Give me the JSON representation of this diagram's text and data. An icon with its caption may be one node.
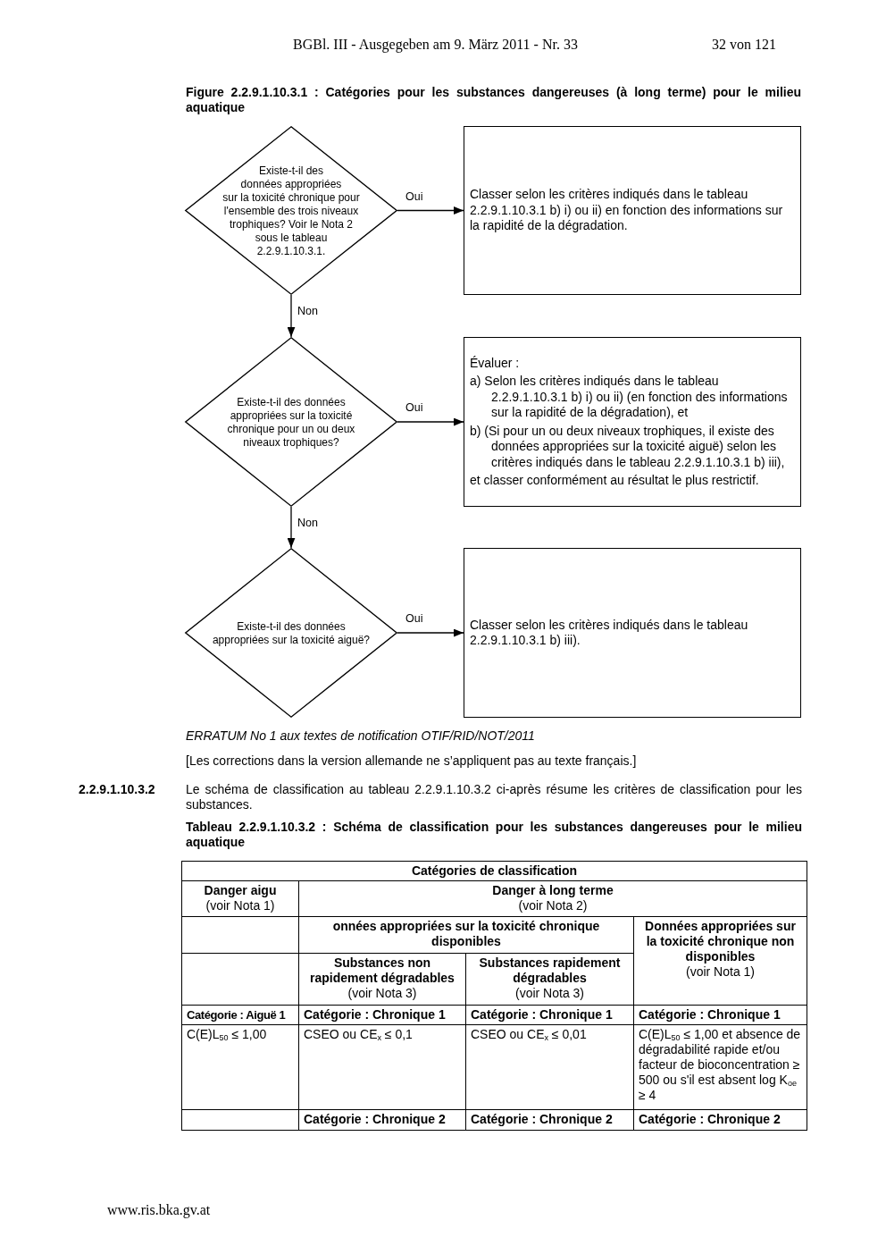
{
  "diagram": {
    "title": "Figure 2.2.9.1.10.3.1 : Catégories pour les substances dangereuses (à long terme) pour le milieu aquatique",
    "nodes": [
      {
        "text": [
          "Existe-t-il des données appropriées sur la toxicité chronique pour l'ensemble des trois niveaux trophiques? Voir le Nota 2 sous le tableau 2.2.9.1.10.3.1."
        ]
      },
      {
        "text": [
          "Classer selon les critères indiqués dans le tableau 2.2.9.1.10.3.1 b) i) ou ii) en fonction des informations sur la rapidité de la dégradation."
        ]
      },
      {
        "text": [
          "Existe-t-il des données appropriées sur la toxicité chronique pour un ou deux niveaux trophiques?"
        ]
      },
      {
        "text": [
          "Évaluer :",
          "a) Selon les critères indiqués dans le tableau 2.2.9.1.10.3.1 b) i) ou ii) (en fonction des informations sur la rapidité de la dégradation), et",
          "b) (Si pour un ou deux niveaux trophiques, il existe des données appropriées sur la toxicité aiguë) selon les critères indiqués dans le tableau 2.2.9.1.10.3.1 b) iii),",
          "et classer conformément au résultat le plus restrictif."
        ]
      },
      {
        "text": [
          "Existe-t-il des données appropriées sur la toxicité aiguë?"
        ]
      },
      {
        "text": [
          "Classer selon les critères indiqués dans le tableau 2.2.9.1.10.3.1 b) iii)."
        ]
      }
    ],
    "edges": [
      {
        "from": 0,
        "to": 1,
        "arrow": "to",
        "label": "Oui"
      },
      {
        "from": 0,
        "to": 2,
        "arrow": "to",
        "label": "Non"
      },
      {
        "from": 2,
        "to": 3,
        "arrow": "to",
        "label": "Oui"
      },
      {
        "from": 2,
        "to": 4,
        "arrow": "to",
        "label": "Non"
      },
      {
        "from": 4,
        "to": 5,
        "arrow": "to",
        "label": "Oui"
      }
    ],
    "labels": [
      "BGBl. III - Ausgegeben am 9. März 2011 - Nr. 33",
      "32 von 121",
      "ERRATUM No 1 aux textes de notification OTIF/RID/NOT/2011",
      "[Les corrections dans la version allemande ne s’appliquent pas au texte français.]",
      "2.2.9.1.10.3.2",
      "Le schéma de classification au tableau 2.2.9.1.10.3.2 ci-après résume les critères de classification pour les substances.",
      "Tableau 2.2.9.1.10.3.2 : Schéma de classification pour les substances dangereuses pour le milieu aquatique",
      "Catégories de classification",
      "Danger aigu",
      "(voir Nota 1)",
      "Danger à long terme",
      "(voir Nota 2)",
      "onnées appropriées sur la toxicité chronique disponibles",
      "Données appropriées sur la toxicité chronique non disponibles",
      "(voir Nota 1)",
      "Substances non rapidement dégradables",
      "(voir Nota 3)",
      "Substances rapidement dégradables",
      "(voir Nota 3)",
      "Catégorie : Aiguë 1",
      "Catégorie : Chronique 1",
      "Catégorie : Chronique 1",
      "Catégorie : Chronique 1",
      "C(E)L$_{50}$ ≤ 1,00",
      "CSEO ou CE$_{x}$ ≤ 0,1",
      "CSEO ou CE$_{x}$ ≤ 0,01",
      "C(E)L$_{50}$ ≤ 1,00 et absence de dégradabilité rapide et/ou facteur de bioconcentration ≥ 500 ou s'il est absent log K$_{oe}$ ≥ 4",
      "Catégorie : Chronique 2",
      "Catégorie : Chronique 2",
      "Catégorie : Chronique 2",
      "www.ris.bka.gv.at"
    ]
  }
}
